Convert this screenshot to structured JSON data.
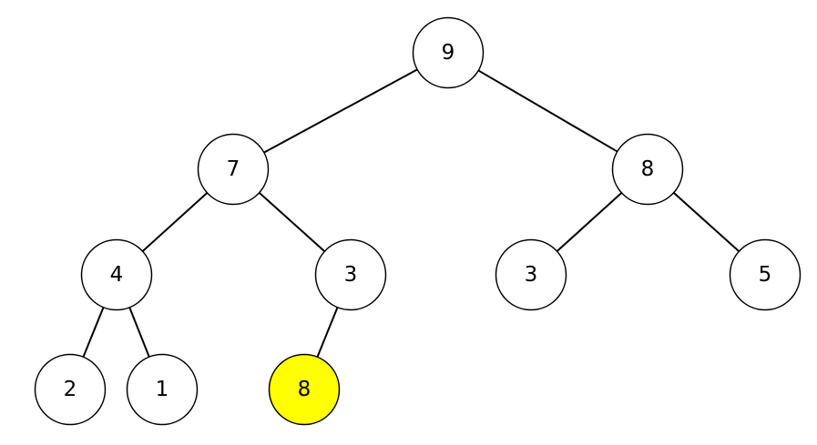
{
  "colors": {
    "background": "#ffffff",
    "node_fill": "#ffffff",
    "node_stroke": "#000000",
    "highlight_fill": "#ffff00",
    "edge": "#000000",
    "text": "#000000"
  },
  "tree": {
    "nodes": [
      {
        "id": "n0",
        "value": "9",
        "highlighted": false
      },
      {
        "id": "n1",
        "value": "7",
        "highlighted": false
      },
      {
        "id": "n2",
        "value": "8",
        "highlighted": false
      },
      {
        "id": "n3",
        "value": "4",
        "highlighted": false
      },
      {
        "id": "n4",
        "value": "3",
        "highlighted": false
      },
      {
        "id": "n5",
        "value": "3",
        "highlighted": false
      },
      {
        "id": "n6",
        "value": "5",
        "highlighted": false
      },
      {
        "id": "n7",
        "value": "2",
        "highlighted": false
      },
      {
        "id": "n8",
        "value": "1",
        "highlighted": false
      },
      {
        "id": "n9",
        "value": "8",
        "highlighted": true
      }
    ],
    "edges": [
      {
        "from": "n0",
        "to": "n1"
      },
      {
        "from": "n0",
        "to": "n2"
      },
      {
        "from": "n1",
        "to": "n3"
      },
      {
        "from": "n1",
        "to": "n4"
      },
      {
        "from": "n2",
        "to": "n5"
      },
      {
        "from": "n2",
        "to": "n6"
      },
      {
        "from": "n3",
        "to": "n7"
      },
      {
        "from": "n3",
        "to": "n8"
      },
      {
        "from": "n4",
        "to": "n9"
      }
    ]
  }
}
